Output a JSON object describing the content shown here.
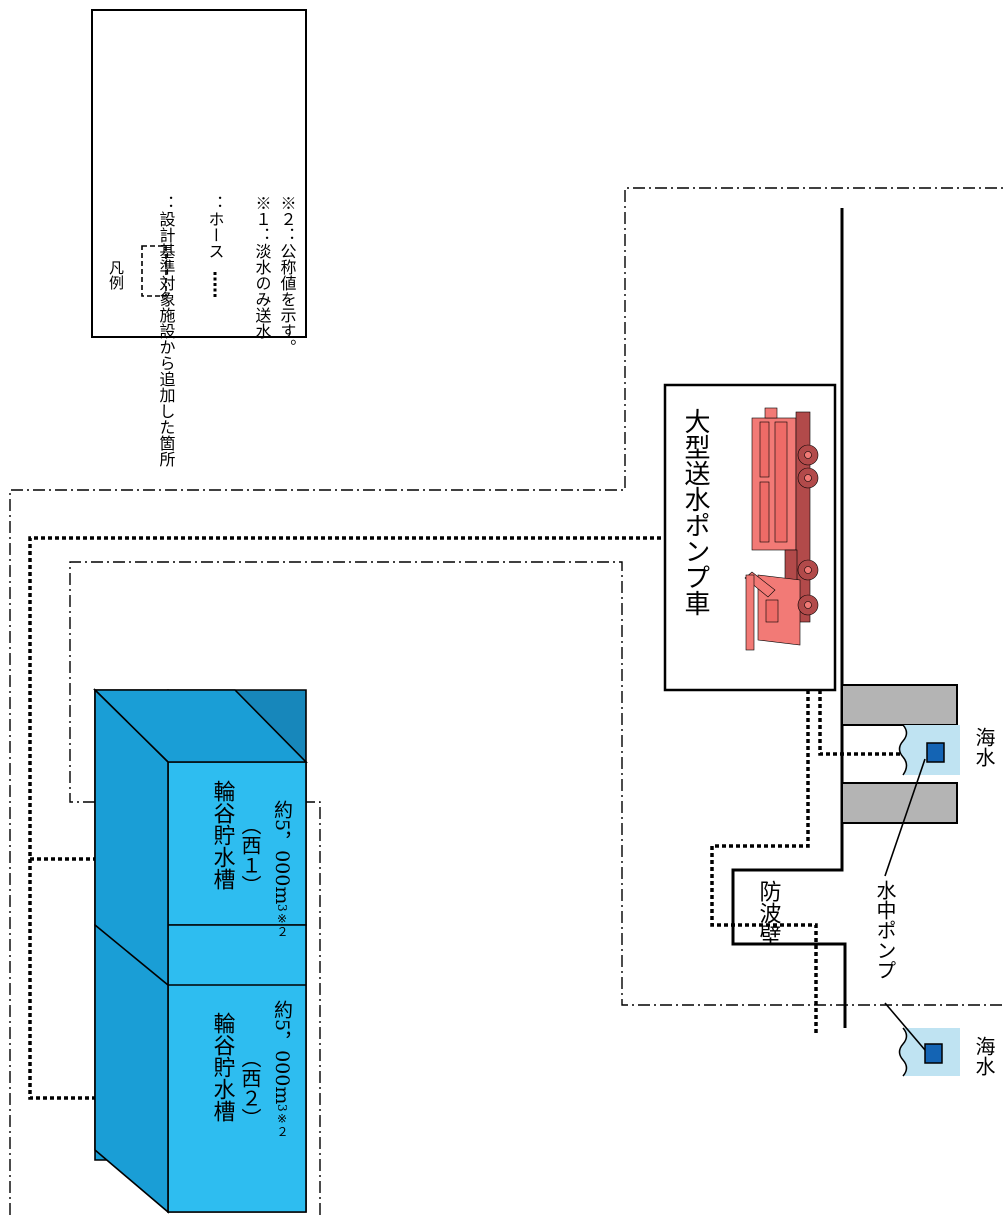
{
  "legend": {
    "title": "凡例",
    "added_facility": "：設計基準対象施設から追加した箇所",
    "hose": "：ホース",
    "note1": "※１：淡水のみ送水",
    "note2": "※２：公称値を示す。"
  },
  "truck": {
    "label": "大型送水ポンプ車"
  },
  "seawall": {
    "label": "防波壁"
  },
  "pump": {
    "label": "水中ポンプ"
  },
  "sea": {
    "label_left": "海水",
    "label_right": "海水"
  },
  "tank_west2": {
    "name": "輪谷貯水槽",
    "sub": "（西２）",
    "capacity": "約5，000m",
    "unit_sup": "3※２"
  },
  "tank_west1": {
    "name": "輪谷貯水槽",
    "sub": "（西１）",
    "capacity": "約5，000m",
    "unit_sup": "3※２"
  },
  "colors": {
    "tank_face": "#2ebdf0",
    "tank_top": "#1a9ed6",
    "tank_side": "#1787bb",
    "truck_body": "#f27a76",
    "truck_dark": "#b24a4a",
    "pump_fill": "#1464b4",
    "water": "#bfe3f2",
    "pier_gray": "#b4b4b4"
  }
}
